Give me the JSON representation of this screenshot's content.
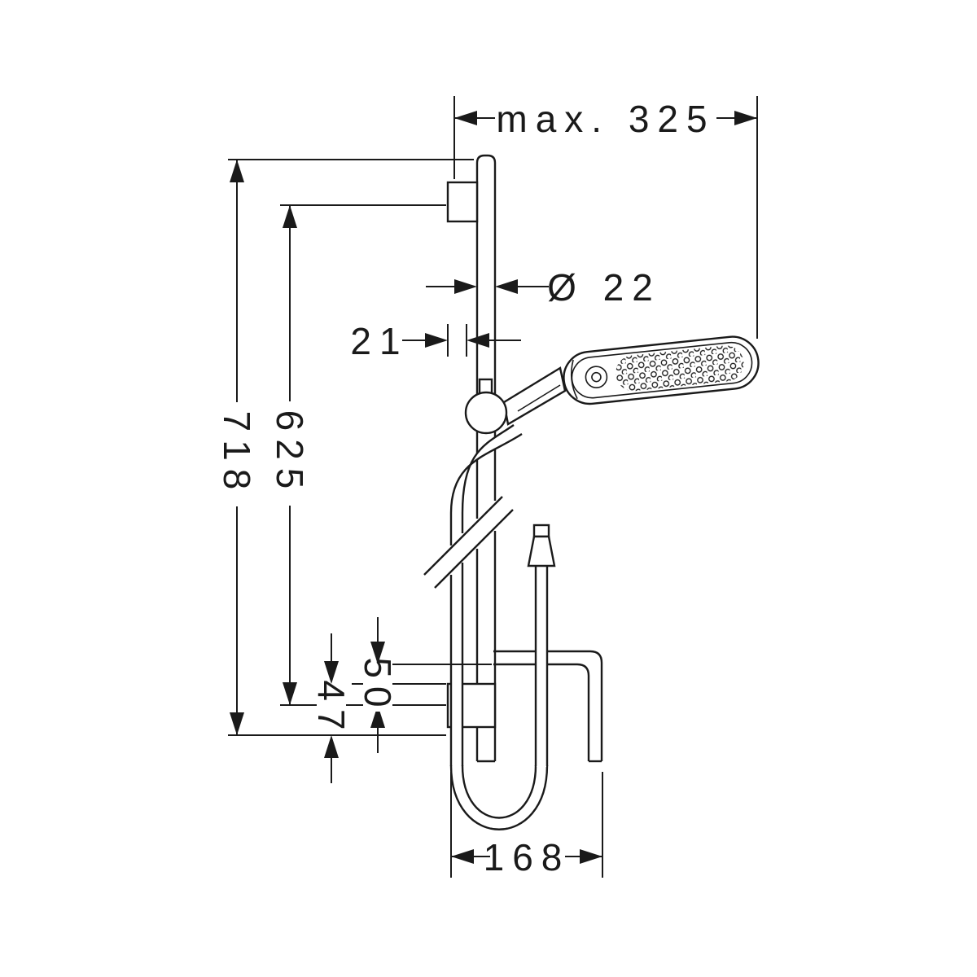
{
  "colors": {
    "line": "#1a1a1a",
    "background": "#ffffff"
  },
  "dimensions": {
    "max_width": "max. 325",
    "bar_diameter": "Ø 22",
    "slider_offset": "21",
    "total_height": "718",
    "bracket_distance": "625",
    "bottom_offset": "47",
    "lower_offset": "50",
    "hose_loop_width": "168"
  }
}
